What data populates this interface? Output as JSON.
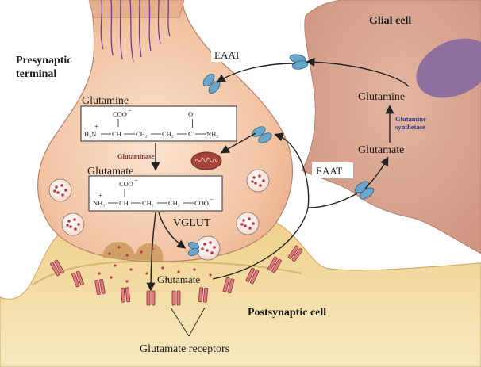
{
  "labels": {
    "presynaptic_line1": "Presynaptic",
    "presynaptic_line2": "terminal",
    "glial_cell": "Glial cell",
    "postsynaptic_cell": "Postsynaptic cell",
    "glutamate_receptors": "Glutamate receptors",
    "eaat_top": "EAAT",
    "eaat_right": "EAAT",
    "glutamine_presynaptic": "Glutamine",
    "glutaminase": "Glutaminase",
    "glutamate_presynaptic": "Glutamate",
    "vglut": "VGLUT",
    "glutamate_cleft": "Glutamate",
    "glutamine_glial": "Glutamine",
    "glutamine_synthetase_line1": "Glutamine",
    "glutamine_synthetase_line2": "synthetase",
    "glutamate_glial": "Glutamate"
  },
  "glutamine_structure": {
    "coo": "COO",
    "charge_minus": "−",
    "charge_plus": "+",
    "h3n": "H₃N",
    "ch": "CH",
    "ch2_a": "CH₂",
    "ch2_b": "CH₂",
    "c": "C",
    "o": "O",
    "nh2": "NH₂"
  },
  "glutamate_structure": {
    "coo_top": "COO",
    "charge_minus": "−",
    "charge_plus": "+",
    "nh3": "NH₃",
    "ch": "CH",
    "ch2_a": "CH₂",
    "ch2_b": "CH₂",
    "coo_end": "COO",
    "charge_minus_end": "−"
  },
  "colors": {
    "presynaptic_fill": "#f2c3a3",
    "presynaptic_stroke": "#b8826b",
    "glial_fill": "#d7a38d",
    "glial_nucleus": "#8e6f9e",
    "postsynaptic_fill": "#f3dca0",
    "postsynaptic_stroke": "#c9a865",
    "transporter": "#6aa6c9",
    "receptor": "#e07a83",
    "vesicle_dot": "#b83a45",
    "mitochondrion": "#a6443b",
    "glutaminase_label": "#7a3030",
    "synthetase_label": "#2a3a8a"
  }
}
